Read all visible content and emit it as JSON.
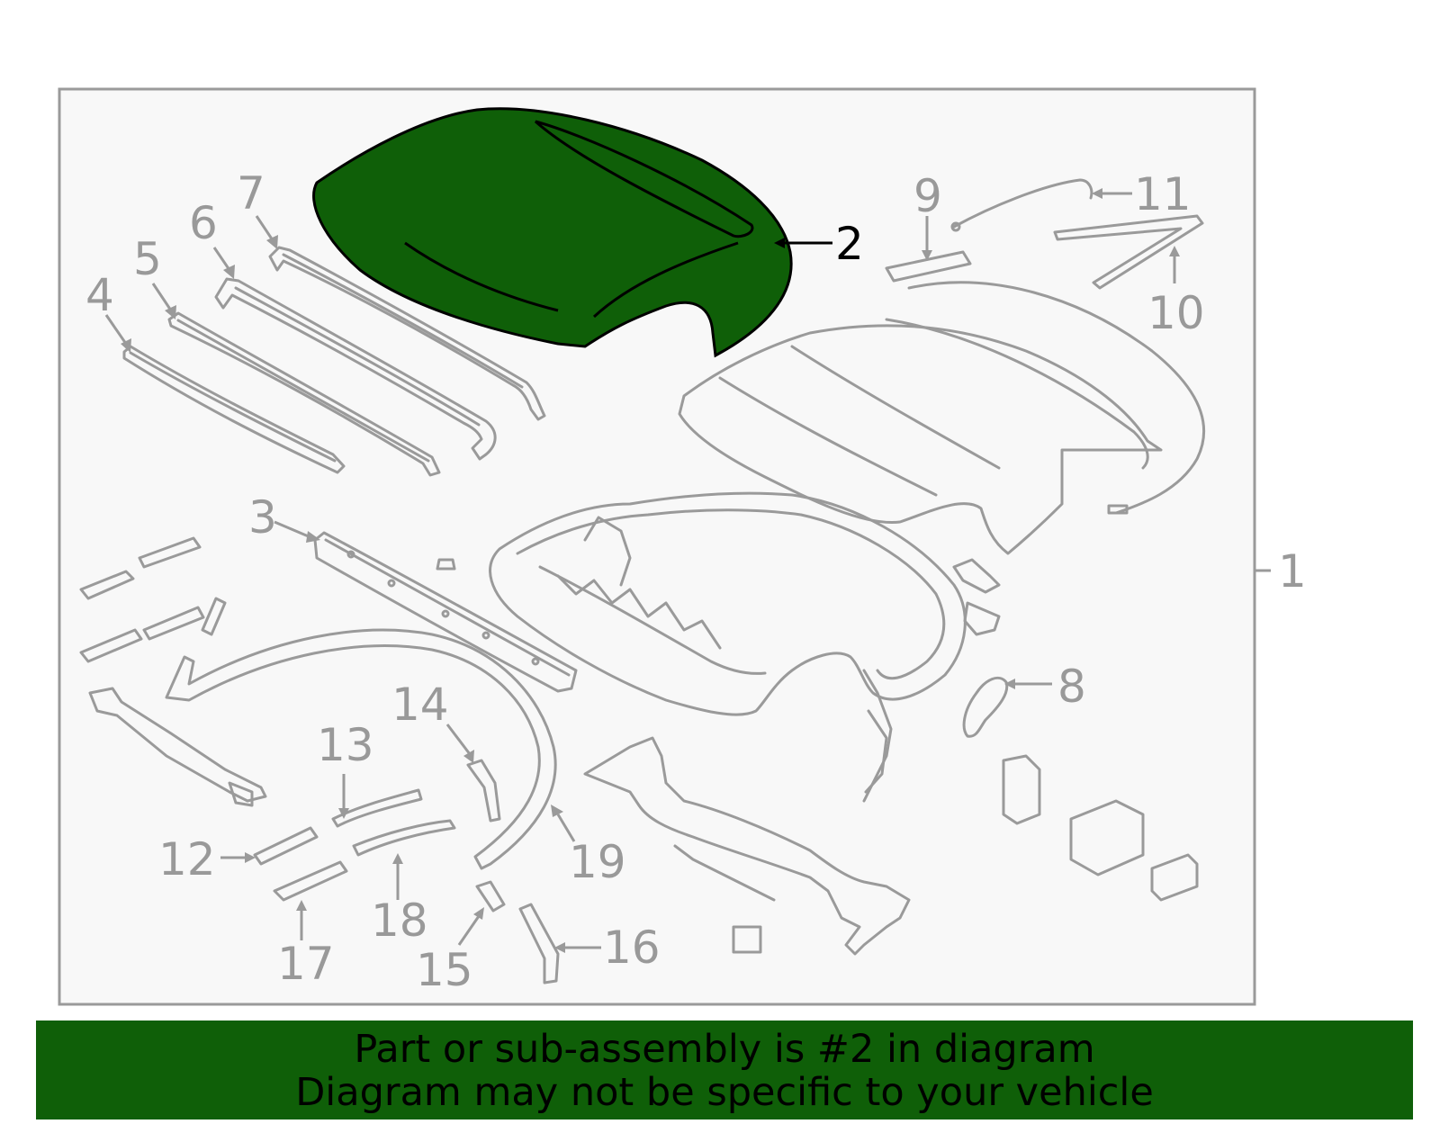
{
  "colors": {
    "highlight_fill": "#0f5f08",
    "banner_background": "#0f5f08",
    "part_stroke": "#9a9a9a",
    "frame_background": "#f8f8f8"
  },
  "callouts": {
    "c1": "1",
    "c2": "2",
    "c3": "3",
    "c4": "4",
    "c5": "5",
    "c6": "6",
    "c7": "7",
    "c8": "8",
    "c9": "9",
    "c10": "10",
    "c11": "11",
    "c12": "12",
    "c13": "13",
    "c14": "14",
    "c15": "15",
    "c16": "16",
    "c17": "17",
    "c18": "18",
    "c19": "19"
  },
  "highlighted_part": "2",
  "banner": {
    "line1": "Part or sub-assembly is #2 in diagram",
    "line2": "Diagram may not be specific to your vehicle"
  }
}
